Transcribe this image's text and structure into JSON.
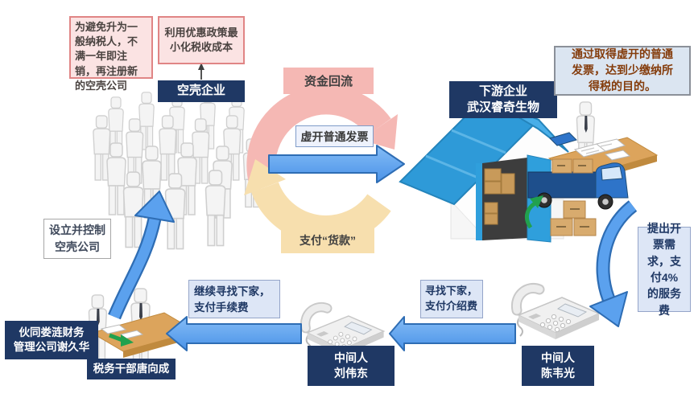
{
  "diagram": {
    "notes": {
      "shell_note": "为避免升为一般纳税人，不满一年即注销，再注册新的空壳公司",
      "policy_note": "利用优惠政策最小化税收成本",
      "purpose_note": "通过取得虚开的普通发票，达到少缴纳所得税的目的。"
    },
    "entities": {
      "shell_company": "空壳企业",
      "downstream_line1": "下游企业",
      "downstream_line2": "武汉睿奇生物",
      "accomplice_line1": "伙同娄涟财务",
      "accomplice_line2": "管理公司谢久华",
      "tax_officer": "税务干部唐向成",
      "middleman_mid_line1": "中间人",
      "middleman_mid_line2": "刘伟东",
      "middleman_right_line1": "中间人",
      "middleman_right_line2": "陈韦光"
    },
    "flows": {
      "funds_return": "资金回流",
      "fake_invoice": "虚开普通发票",
      "pay_goods": "支付“货款”",
      "setup_shell": "设立并控制空壳公司",
      "request_invoice": "提出开票需求，支付4%的服务费",
      "find_buyer": "寻找下家，支付介绍费",
      "continue_find": "继续寻找下家，支付手续费"
    },
    "colors": {
      "navy": "#1f3864",
      "pink_fill": "#fbe3e3",
      "pink_border": "#e08585",
      "arc_pink": "#f5b8b4",
      "arc_yellow": "#f7dfae",
      "arrow_blue": "#5ba1ee",
      "arrow_blue_dark": "#2e6db4",
      "label_blue_fill": "#dde6f6",
      "purpose_text": "#843c0c",
      "roof_blue": "#2e9ad8",
      "desk_tan": "#dca45c",
      "green_arrow": "#21a14e"
    }
  }
}
